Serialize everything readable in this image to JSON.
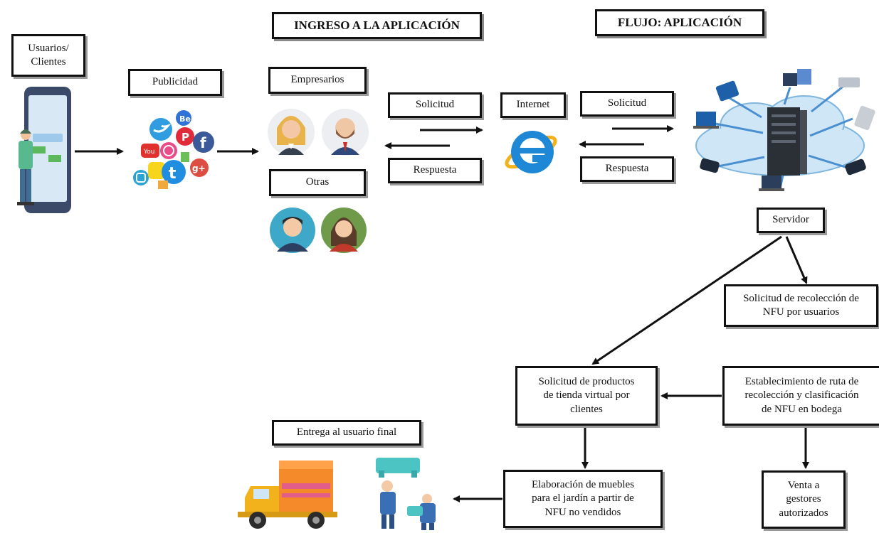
{
  "titles": {
    "ingreso": "INGRESO A LA APLICACIÓN",
    "flujo": "FLUJO: APLICACIÓN"
  },
  "labels": {
    "usuarios": "Usuarios/\nClientes",
    "publicidad": "Publicidad",
    "empresarios": "Empresarios",
    "otras": "Otras",
    "solicitud_left": "Solicitud",
    "respuesta_left": "Respuesta",
    "internet": "Internet",
    "solicitud_right": "Solicitud",
    "respuesta_right": "Respuesta",
    "servidor": "Servidor",
    "solicitud_recoleccion": "Solicitud de recolección de\nNFU por usuarios",
    "solicitud_productos": "Solicitud de productos\nde tienda virtual por\nclientes",
    "establecimiento_ruta": "Establecimiento de ruta de\nrecolección y clasificación\nde NFU en bodega",
    "entrega": "Entrega al usuario final",
    "elaboracion": "Elaboración de muebles\npara el jardín a partir de\nNFU no vendidos",
    "venta": "Venta a\ngestores\nautorizados"
  },
  "social_icons": [
    "twitter",
    "pinterest",
    "facebook",
    "youtube",
    "dribbble",
    "tumblr",
    "google-plus",
    "behance",
    "instagram",
    "snapchat"
  ],
  "colors": {
    "line": "#111111",
    "box_shadow": "#9a9a9a",
    "cloud": "#cfe6f7",
    "truck": "#f2b21b",
    "cargo": "#f48a2a"
  }
}
